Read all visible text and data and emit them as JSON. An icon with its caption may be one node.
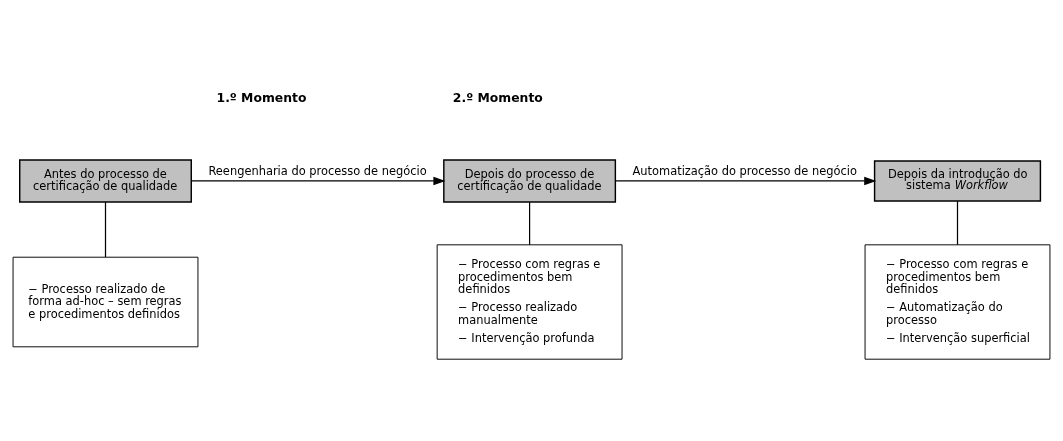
{
  "diagram": {
    "nodes": [
      {
        "text": [
          "Antes do processo de certificação de qualidade"
        ]
      },
      {
        "text": [
          "Depois do processo de certificação de qualidade"
        ]
      },
      {
        "text": [
          "Depois da introdução do sistema *Workflow*"
        ]
      },
      {
        "text": [
          "− Processo realizado de forma ad-hoc – sem regras e procedimentos definidos"
        ]
      },
      {
        "text": [
          "− Processo com regras e procedimentos bem definidos",
          "− Processo realizado manualmente",
          "− Intervenção profunda"
        ]
      },
      {
        "text": [
          "− Processo com regras e procedimentos bem definidos",
          "− Automatização do processo",
          "− Intervenção superficial"
        ]
      }
    ],
    "edges": [
      {
        "from": 0,
        "to": 1,
        "arrow": "to",
        "label": "Reengenharia do processo de negócio"
      },
      {
        "from": 1,
        "to": 2,
        "arrow": "to",
        "label": "Automatização do processo de negócio"
      },
      {
        "from": 0,
        "to": 3,
        "arrow": "none"
      },
      {
        "from": 1,
        "to": 4,
        "arrow": "none"
      },
      {
        "from": 2,
        "to": 5,
        "arrow": "none"
      }
    ],
    "labels": [
      "1.º Momento",
      "2.º Momento"
    ]
  }
}
